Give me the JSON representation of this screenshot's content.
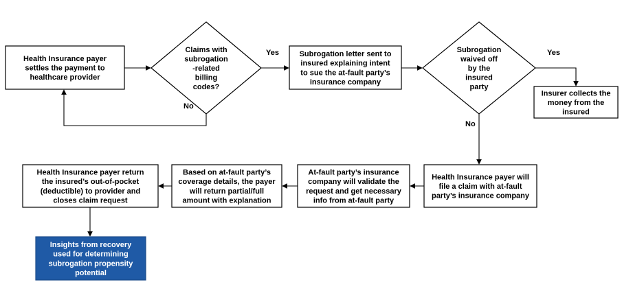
{
  "colors": {
    "box_fill": "#ffffff",
    "box_stroke": "#000000",
    "highlight_fill": "#1f5aa6",
    "highlight_text": "#ffffff",
    "edge": "#000000"
  },
  "nodes": {
    "payer_settles": {
      "shape": "rect",
      "lines": [
        "Health Insurance payer",
        "settles the payment to",
        "healthcare provider"
      ]
    },
    "claims_codes": {
      "shape": "diamond",
      "lines": [
        "Claims with",
        "subrogation",
        "-related",
        "billing",
        "codes?"
      ]
    },
    "subrogation_letter": {
      "shape": "rect",
      "lines": [
        "Subrogation letter sent to",
        "insured explaining intent",
        "to sue the at-fault party’s",
        "insurance company"
      ]
    },
    "waived_off": {
      "shape": "diamond",
      "lines": [
        "Subrogation",
        "waived off",
        "by the",
        "insured",
        "party"
      ]
    },
    "insurer_collects": {
      "shape": "rect",
      "lines": [
        "Insurer collects the",
        "money from the",
        "insured"
      ]
    },
    "payer_file_claim": {
      "shape": "rect",
      "lines": [
        "Health Insurance payer will",
        "file a claim with at-fault",
        "party’s insurance company"
      ]
    },
    "at_fault_validate": {
      "shape": "rect",
      "lines": [
        "At-fault party’s insurance",
        "company will validate the",
        "request and get necessary",
        "info from at-fault party"
      ]
    },
    "coverage_details": {
      "shape": "rect",
      "lines": [
        "Based on at-fault party’s",
        "coverage details, the payer",
        "will return partial/full",
        "amount with explanation"
      ]
    },
    "payer_return": {
      "shape": "rect",
      "lines": [
        "Health Insurance payer return",
        "the insured’s out-of-pocket",
        "(deductible) to provider and",
        "closes claim request"
      ]
    },
    "insights": {
      "shape": "rect",
      "highlight": true,
      "lines": [
        "Insights from recovery",
        "used for determining",
        "subrogation propensity",
        "potential"
      ]
    }
  },
  "edges": [
    {
      "from": "payer_settles",
      "to": "claims_codes",
      "label": ""
    },
    {
      "from": "claims_codes",
      "to": "subrogation_letter",
      "label": "Yes"
    },
    {
      "from": "claims_codes",
      "to": "payer_settles",
      "label": "No"
    },
    {
      "from": "subrogation_letter",
      "to": "waived_off",
      "label": ""
    },
    {
      "from": "waived_off",
      "to": "insurer_collects",
      "label": "Yes"
    },
    {
      "from": "waived_off",
      "to": "payer_file_claim",
      "label": "No"
    },
    {
      "from": "payer_file_claim",
      "to": "at_fault_validate",
      "label": ""
    },
    {
      "from": "at_fault_validate",
      "to": "coverage_details",
      "label": ""
    },
    {
      "from": "coverage_details",
      "to": "payer_return",
      "label": ""
    },
    {
      "from": "payer_return",
      "to": "insights",
      "label": ""
    }
  ]
}
